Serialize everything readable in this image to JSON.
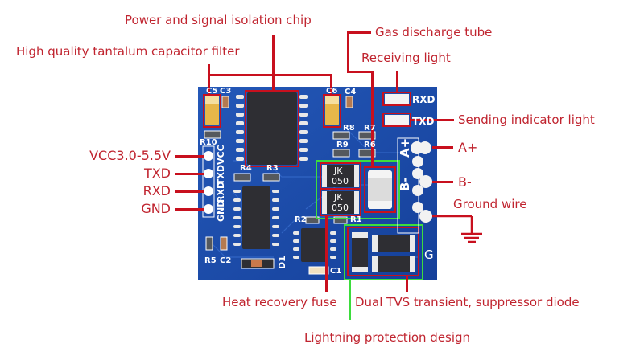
{
  "callouts": {
    "power_isolation": "Power and signal isolation chip",
    "tantalum": "High quality tantalum capacitor filter",
    "gas_tube": "Gas discharge tube",
    "receiving_light": "Receiving light",
    "sending_light": "Sending indicator light",
    "a_plus": "A+",
    "b_minus": "B-",
    "ground_wire": "Ground wire",
    "heat_fuse": "Heat recovery fuse",
    "tvs_diode": "Dual TVS transient, suppressor diode",
    "lightning": "Lightning protection design"
  },
  "pins": {
    "vcc": "VCC3.0-5.5V",
    "txd": "TXD",
    "rxd": "RXD",
    "gnd": "GND"
  },
  "silkscreen": {
    "c5": "C5",
    "c3": "C3",
    "c6": "C6",
    "c4": "C4",
    "r10": "R10",
    "r8": "R8",
    "r7": "R7",
    "r9": "R9",
    "r6": "R6",
    "r4": "R4",
    "r3": "R3",
    "r2": "R2",
    "r1": "R1",
    "r5": "R5",
    "c2": "C2",
    "c1": "C1",
    "d1": "D1",
    "rxd_led": "RXD",
    "txd_led": "TXD",
    "vcc": "VCC",
    "txd": "TXD",
    "rxd": "RXD",
    "gnd": "GND",
    "a_plus": "A+",
    "b_minus": "B-",
    "g": "G",
    "fuse1": [
      "JK",
      "050"
    ],
    "fuse2": [
      "JK",
      "050"
    ]
  },
  "colors": {
    "annotation_red": "#c0242f",
    "board_blue": "#1d4fa8",
    "protection_green": "#3ddc3d"
  }
}
